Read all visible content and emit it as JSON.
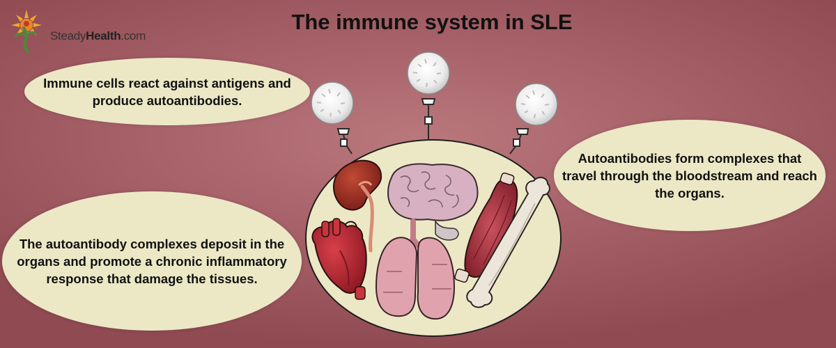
{
  "title": "The immune system in SLE",
  "logo": {
    "brand_light": "Steady",
    "brand_bold": "Health",
    "brand_suffix": ".com"
  },
  "bubbles": {
    "top_left": "Immune cells react against antigens and produce autoantibodies.",
    "right": "Autoantibodies form complexes that travel through the bloodstream and reach the organs.",
    "bottom_left": "The autoantibody complexes deposit in the organs and promote a chronic inflammatory response that damage the tissues."
  },
  "organs": [
    "kidney",
    "brain",
    "heart",
    "lungs",
    "muscle",
    "bone"
  ],
  "colors": {
    "background": "#a8626a",
    "bubble": "#ece8c6",
    "organ_red": "#b8303a",
    "lung_pink": "#e0a3ae",
    "brain_pink": "#d7b1c1",
    "bone": "#ece6da"
  }
}
